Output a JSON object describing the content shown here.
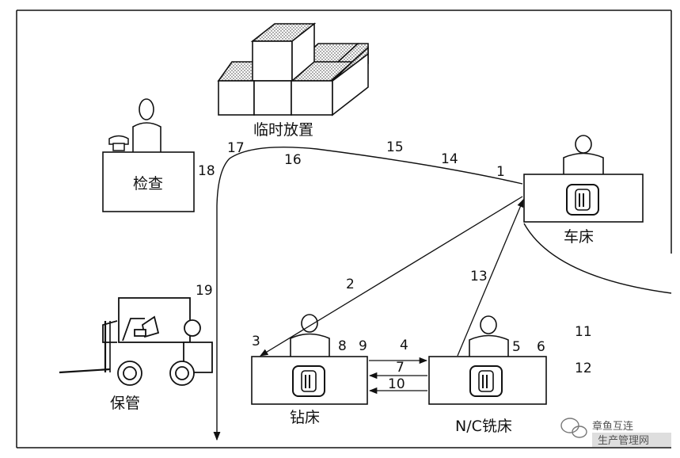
{
  "labels": {
    "temp_storage": "临时放置",
    "inspection": "检查",
    "lathe": "车床",
    "drill": "钻床",
    "nc_mill": "N/C铣床",
    "storage": "保管"
  },
  "steps": [
    "1",
    "2",
    "3",
    "4",
    "5",
    "6",
    "7",
    "8",
    "9",
    "10",
    "11",
    "12",
    "13",
    "14",
    "15",
    "16",
    "17",
    "18",
    "19"
  ],
  "watermark": {
    "line1": "章鱼互连",
    "line2": "生产管理网"
  }
}
